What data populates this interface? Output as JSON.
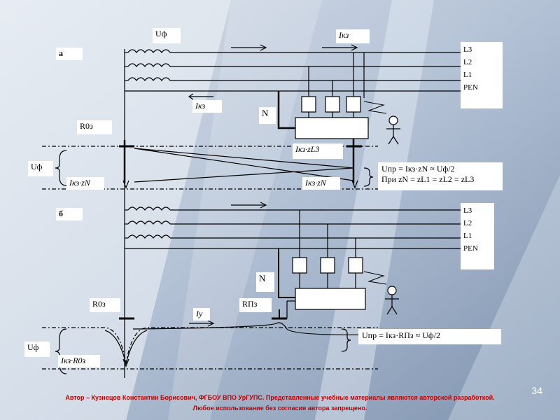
{
  "slide": {
    "page_number": "34",
    "footer_line1": "Автор – Кузнецов Константин Борисович, ФГБОУ ВПО УрГУПС. Представленные учебные материалы являются авторской разработкой.",
    "footer_line2": "Любое использование без согласия автора запрещено."
  },
  "diagram_a": {
    "section_label": "а",
    "phase_voltage": "Uф",
    "fault_current": "Iкз",
    "fault_current_2": "Iкз",
    "neutral": "N",
    "earth_resistance": "R0з",
    "phase_voltage_side": "Uф",
    "drop_zl3": "Iкз·zL3",
    "drop_zn_left": "Iкз·zN",
    "drop_zn_right": "Iкз·zN",
    "phases": [
      "L3",
      "L2",
      "L1",
      "PEN"
    ],
    "formula_line1": "Uпр = Iкз·zN ≈ Uф/2",
    "formula_line2": "При zN = zL1 = zL2 = zL3"
  },
  "diagram_b": {
    "section_label": "б",
    "phases": [
      "L3",
      "L2",
      "L1",
      "PEN"
    ],
    "neutral": "N",
    "earth_r0": "R0з",
    "earth_rp": "RПз",
    "fault_current": "Iу",
    "phase_voltage": "Uф",
    "drop": "Iкз·R0з",
    "formula": "Uпр = Iкз·RПз ≈ Uф/2"
  },
  "colors": {
    "background_dark": "#8ea2bd",
    "background_light": "#eef2f8",
    "line": "#000000",
    "label_bg": "#ffffff",
    "footer_text": "#c00000"
  }
}
